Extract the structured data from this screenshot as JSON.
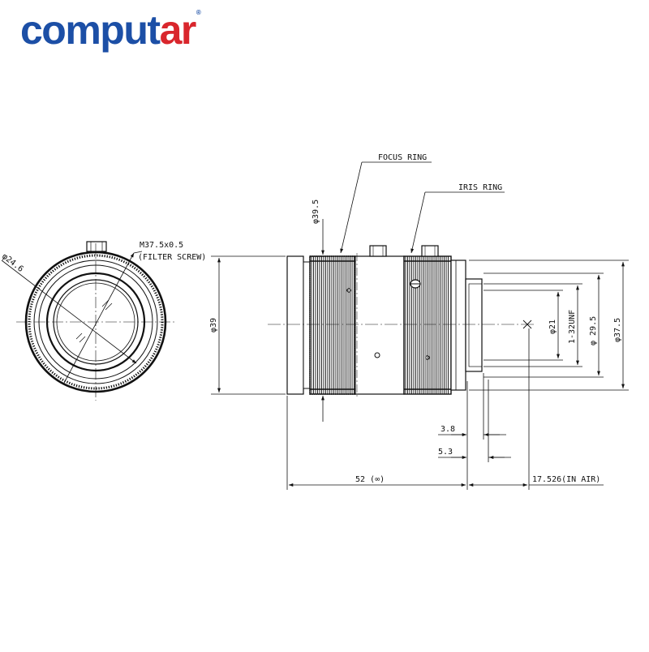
{
  "brand": {
    "logo_main": "compu",
    "logo_t": "t",
    "logo_accent": "ar",
    "logo_reg": "®",
    "colors": {
      "blue": "#1c4fa6",
      "red": "#d9262c"
    }
  },
  "front_view": {
    "dia_inner": "φ24.6",
    "filter_thread": "M37.5x0.5",
    "filter_note": "(FILTER SCREW)"
  },
  "side_view": {
    "focus_ring": "FOCUS RING",
    "iris_ring": "IRIS RING",
    "dia_focus": "φ39.5",
    "dia_body": "φ39",
    "dia_bore": "φ21",
    "thread": "1-32UNF",
    "dia_mount_inner": "φ 29.5",
    "dia_rear": "φ37.5",
    "dim_a": "3.8",
    "dim_b": "5.3",
    "length": "52 (∞)",
    "back_focus": "17.526(IN AIR)"
  }
}
